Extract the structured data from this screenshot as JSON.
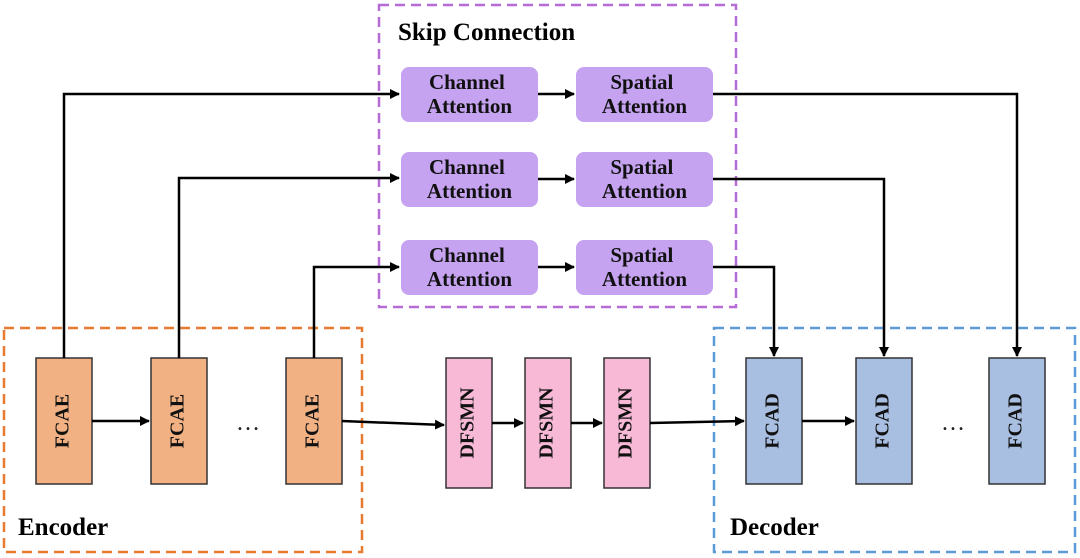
{
  "skip_connection": {
    "title": "Skip Connection",
    "rows": [
      {
        "channel": [
          "Channel",
          "Attention"
        ],
        "spatial": [
          "Spatial",
          "Attention"
        ]
      },
      {
        "channel": [
          "Channel",
          "Attention"
        ],
        "spatial": [
          "Spatial",
          "Attention"
        ]
      },
      {
        "channel": [
          "Channel",
          "Attention"
        ],
        "spatial": [
          "Spatial",
          "Attention"
        ]
      }
    ]
  },
  "encoder": {
    "title": "Encoder",
    "blocks": [
      "FCAE",
      "FCAE",
      "FCAE"
    ],
    "ellipsis": "…"
  },
  "bottleneck": {
    "blocks": [
      "DFSMN",
      "DFSMN",
      "DFSMN"
    ]
  },
  "decoder": {
    "title": "Decoder",
    "blocks": [
      "FCAD",
      "FCAD",
      "FCAD"
    ],
    "ellipsis": "…"
  },
  "colors": {
    "skip_frame": "#b46bd6",
    "encoder_frame": "#e87a30",
    "decoder_frame": "#5b9bd5",
    "attention_fill": "#c5a3f0",
    "encoder_fill": "#f2b183",
    "bottleneck_fill": "#f7b9d6",
    "decoder_fill": "#a9bfe2"
  }
}
